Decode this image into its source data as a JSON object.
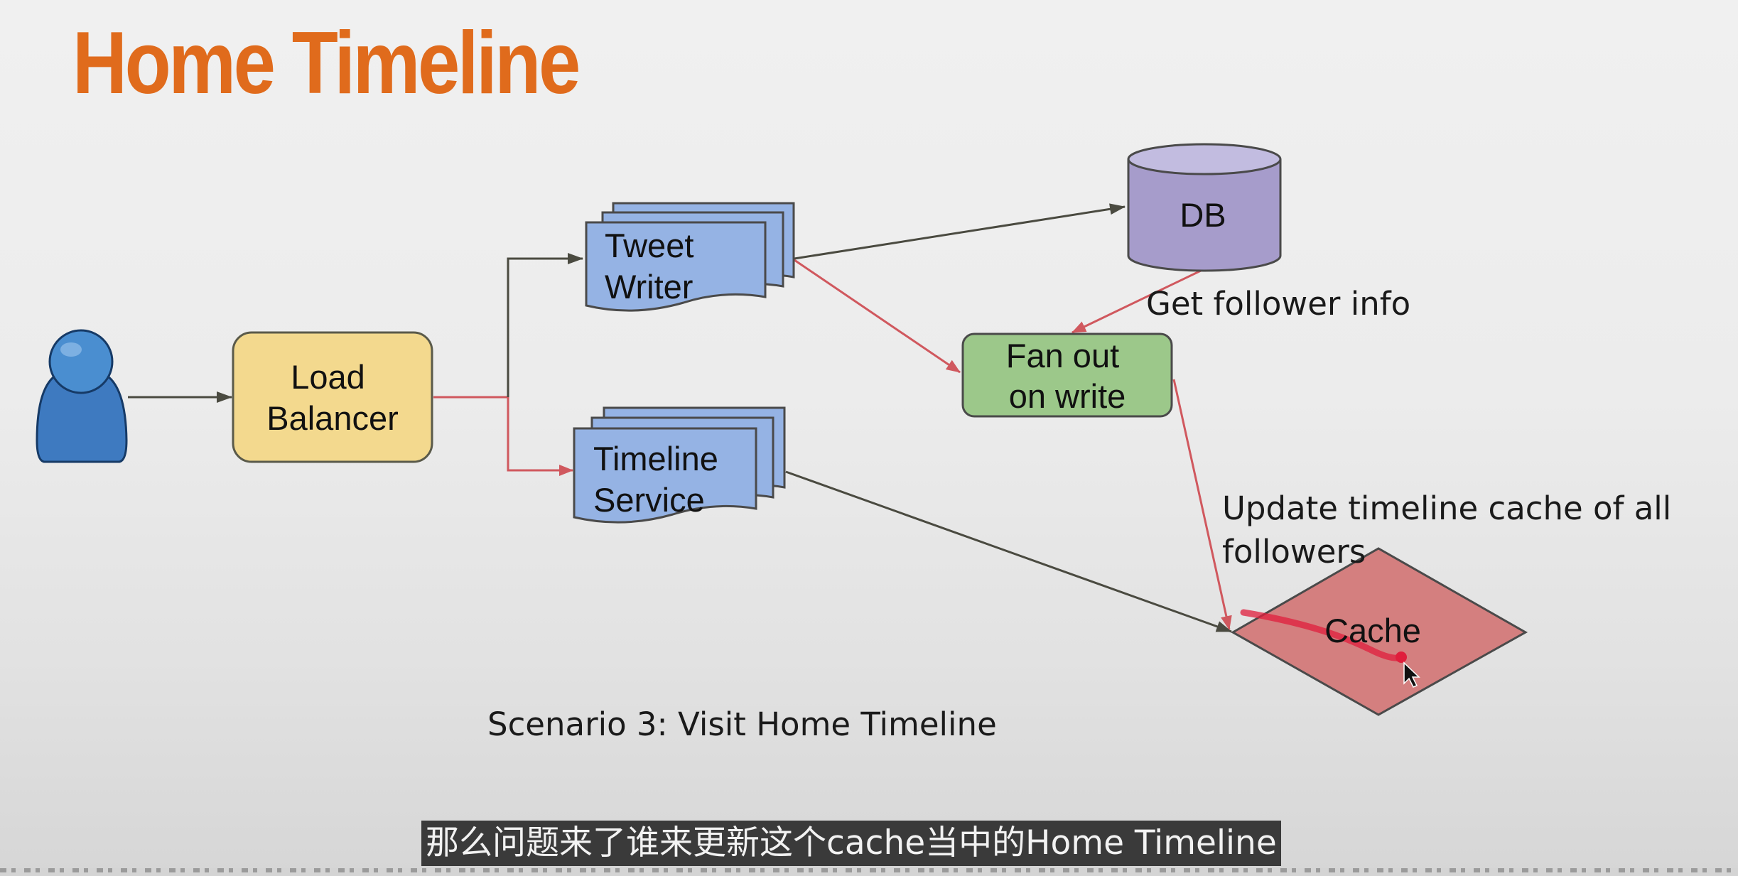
{
  "title": "Home Timeline",
  "nodes": {
    "load_balancer": "Load\nBalancer",
    "tweet_writer": "Tweet\nWriter",
    "timeline_service": "Timeline\nService",
    "db": "DB",
    "fan_out": "Fan out\non write",
    "cache": "Cache"
  },
  "annotations": {
    "get_follower_info": "Get follower info",
    "update_cache_line1": "Update timeline cache of all",
    "update_cache_line2": "followers"
  },
  "caption": "Scenario 3: Visit Home Timeline",
  "subtitle": "那么问题来了谁来更新这个cache当中的Home Timeline",
  "colors": {
    "title": "#e06b1c",
    "load_balancer_fill": "#f3d98e",
    "service_fill": "#95b3e4",
    "db_fill": "#a69ccb",
    "fan_out_fill": "#9cc88a",
    "cache_fill": "#d47f7f",
    "arrow_gray": "#4a4a40",
    "arrow_red": "#d0585e"
  }
}
